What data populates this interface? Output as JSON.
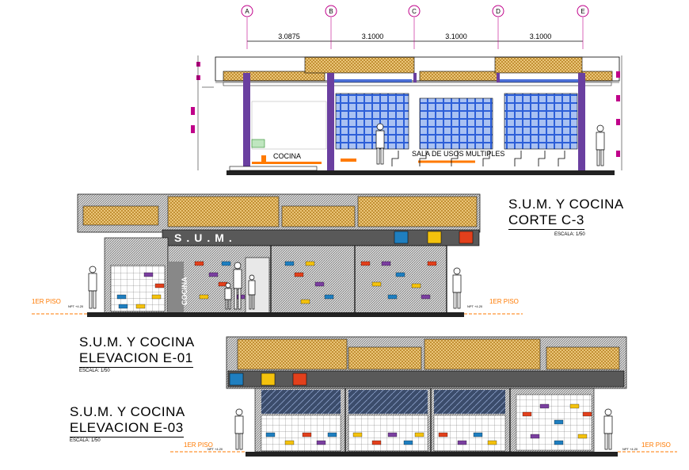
{
  "grid": {
    "axes": [
      "A",
      "B",
      "C",
      "D",
      "E"
    ],
    "dimensions": [
      "3.0875",
      "3.1000",
      "3.1000",
      "3.1000"
    ]
  },
  "section": {
    "room_labels": [
      "COCINA",
      "SALA DE USOS MULTIPLES"
    ]
  },
  "titles": {
    "corte": {
      "line1": "S.U.M. Y COCINA",
      "line2": "CORTE C-3",
      "scale": "ESCALA:  1/50"
    },
    "e01": {
      "line1": "S.U.M. Y COCINA",
      "line2": "ELEVACION E-01",
      "scale": "ESCALA:  1/50"
    },
    "e03": {
      "line1": "S.U.M. Y COCINA",
      "line2": "ELEVACION E-03",
      "scale": "ESCALA:  1/50"
    }
  },
  "elevation_e01": {
    "sign": "S.U.M.",
    "side_sign": "COCINA",
    "level_left": "1ER PISO",
    "level_right": "1ER PISO",
    "npt": "NPT +4.20"
  },
  "elevation_e03": {
    "level_left": "1ER PISO",
    "level_right": "1ER PISO",
    "npt": "NPT +4.20"
  },
  "colors": {
    "purple_column": "#6a3fa0",
    "thatch": "#e8b85a",
    "glass": "#2a5bd7",
    "orange": "#ff7a00",
    "panel_blue": "#1f7fc0",
    "panel_yellow": "#f4c20d",
    "panel_red": "#e2401c",
    "magenta": "#c0008a"
  }
}
